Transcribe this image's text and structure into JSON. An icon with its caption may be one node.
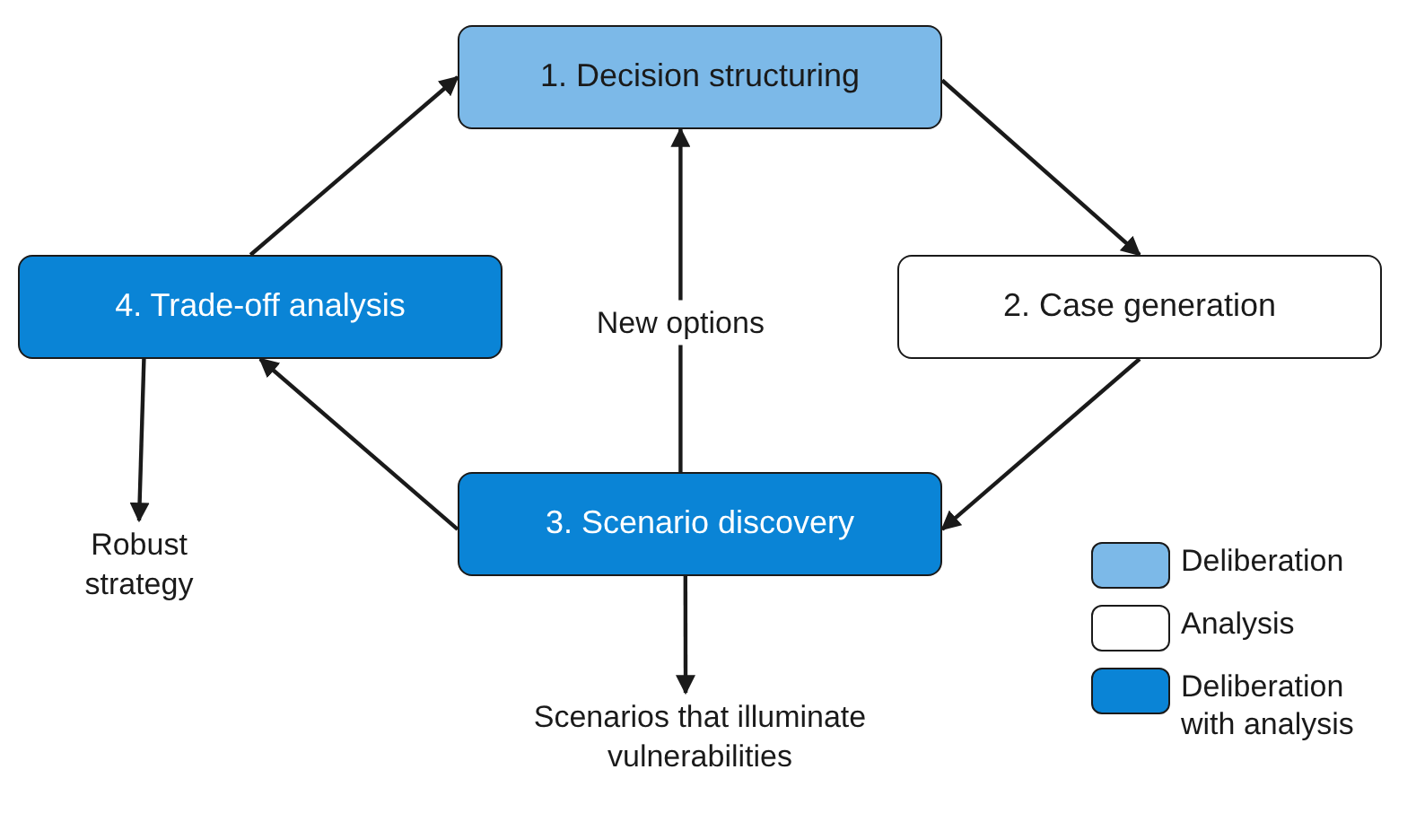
{
  "diagram": {
    "nodes": [
      {
        "text": [
          "1. Decision structuring"
        ]
      },
      {
        "text": [
          "2. Case generation"
        ]
      },
      {
        "text": [
          "3. Scenario discovery"
        ]
      },
      {
        "text": [
          "4. Trade-off analysis"
        ]
      },
      {
        "text": [
          "Robust strategy"
        ]
      },
      {
        "text": [
          "Scenarios that illuminate vulnerabilities"
        ]
      }
    ],
    "edges": [
      {
        "from": 0,
        "to": 1,
        "arrow": "to"
      },
      {
        "from": 1,
        "to": 2,
        "arrow": "to"
      },
      {
        "from": 2,
        "to": 3,
        "arrow": "to"
      },
      {
        "from": 3,
        "to": 0,
        "arrow": "to"
      },
      {
        "from": 2,
        "to": 0,
        "arrow": "to",
        "label": "New options"
      },
      {
        "from": 3,
        "to": 4,
        "arrow": "to"
      },
      {
        "from": 2,
        "to": 5,
        "arrow": "to"
      }
    ],
    "legend": [
      {
        "text": "Deliberation",
        "color": "#7cb9e8"
      },
      {
        "text": "Analysis",
        "color": "#ffffff"
      },
      {
        "text": "Deliberation with analysis",
        "color": "#0a84d6"
      }
    ]
  }
}
